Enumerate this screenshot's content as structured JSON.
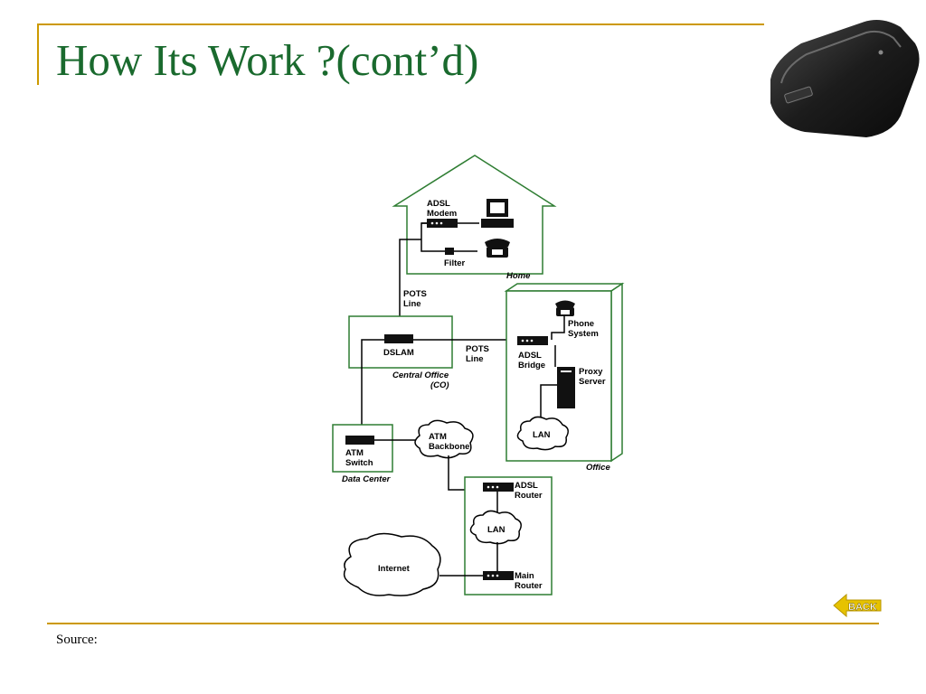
{
  "slide": {
    "title": "How Its Work ?(cont’d)",
    "source_label": "Source:",
    "back_label": "BACK"
  },
  "colors": {
    "title": "#1a6a2e",
    "accent_rule": "#cc9900",
    "box_border": "#2e7d32",
    "back_arrow": "#e6c200"
  },
  "diagram": {
    "home": {
      "caption": "Home",
      "adsl_modem_line1": "ADSL",
      "adsl_modem_line2": "Modem",
      "filter": "Filter"
    },
    "pots_line_top_1": "POTS",
    "pots_line_top_2": "Line",
    "central_office": {
      "dslam": "DSLAM",
      "caption_1": "Central Office",
      "caption_2": "(CO)"
    },
    "pots_line_mid_1": "POTS",
    "pots_line_mid_2": "Line",
    "office": {
      "caption": "Office",
      "phone_system_1": "Phone",
      "phone_system_2": "System",
      "adsl_bridge_1": "ADSL",
      "adsl_bridge_2": "Bridge",
      "proxy_server_1": "Proxy",
      "proxy_server_2": "Server",
      "lan": "LAN"
    },
    "data_center": {
      "caption": "Data Center",
      "atm_switch_1": "ATM",
      "atm_switch_2": "Switch"
    },
    "atm_backbone_1": "ATM",
    "atm_backbone_2": "Backbone",
    "isp": {
      "adsl_router_1": "ADSL",
      "adsl_router_2": "Router",
      "lan": "LAN",
      "main_router_1": "Main",
      "main_router_2": "Router"
    },
    "internet": "Internet"
  }
}
